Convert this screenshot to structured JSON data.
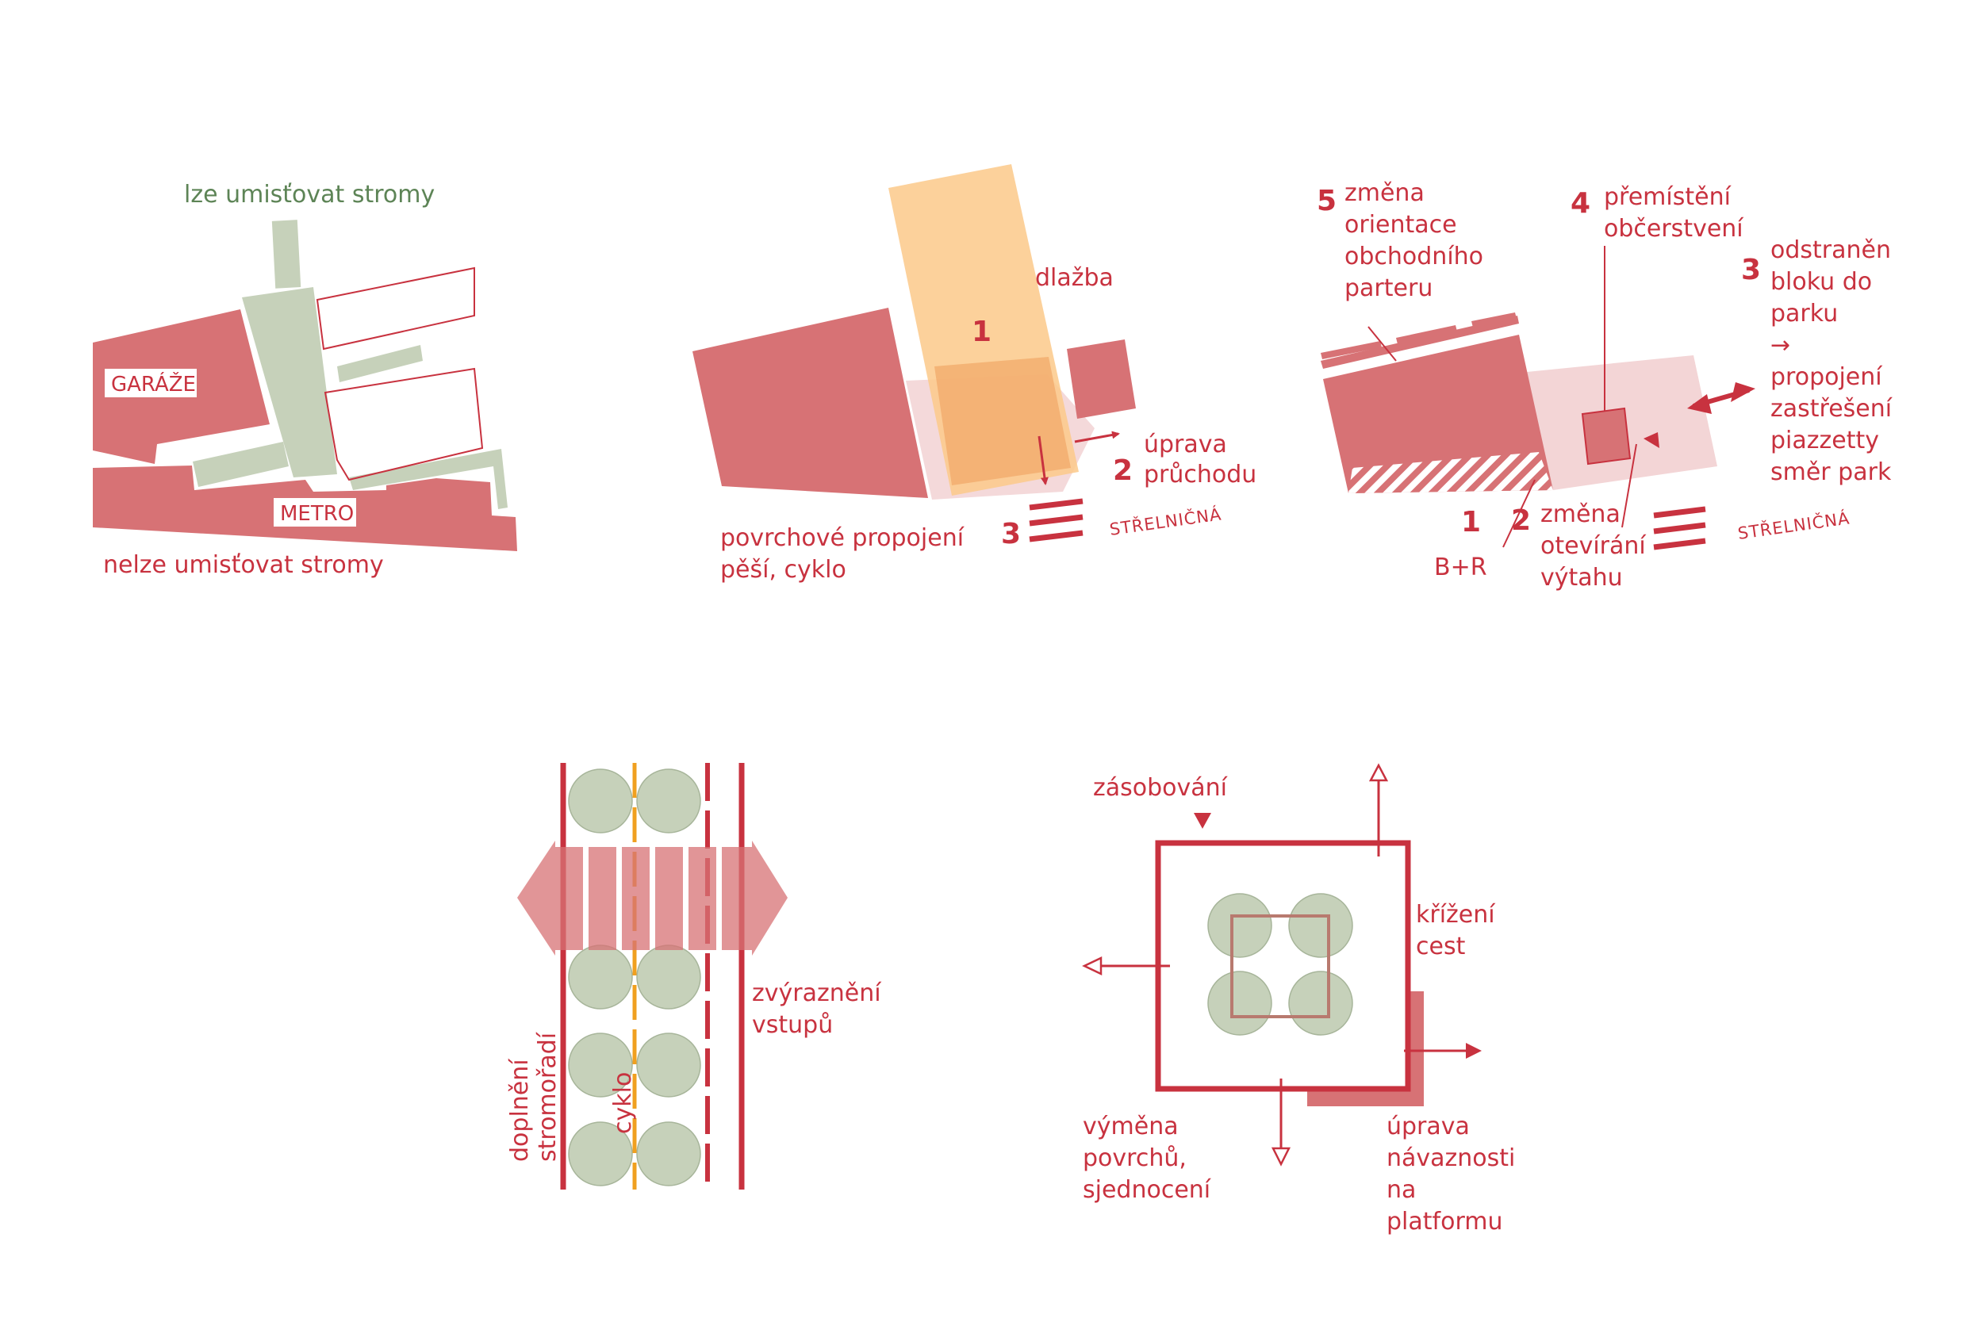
{
  "colors": {
    "red": "#c8323f",
    "red_fill": "#d77275",
    "pink_light": "#f3d5d6",
    "green_fill": "#c6d1ba",
    "green_text": "#5d8456",
    "orange_fill": "#fbc98a",
    "orange_line": "#f0a020"
  },
  "d1": {
    "label_top": "lze umisťovat stromy",
    "label_bottom": "nelze umisťovat stromy",
    "garaze": "GARÁŽE",
    "metro": "METRO"
  },
  "d2": {
    "n1": "1",
    "dlazba": "dlažba",
    "n2": "2",
    "uprava": "úprava",
    "pruchodu": "průchodu",
    "n3": "3",
    "strelnicna": "STŘELNIČNÁ",
    "povrch1": "povrchové propojení",
    "povrch2": "pěší, cyklo"
  },
  "d3": {
    "n5": "5",
    "l5": [
      "změna",
      "orientace",
      "obchodního",
      "parteru"
    ],
    "n4": "4",
    "l4": [
      "přemístění",
      "občerstvení"
    ],
    "n3": "3",
    "l3": [
      "odstraněn",
      "bloku do",
      "parku",
      "→",
      "propojení",
      "zastřešení",
      "piazzetty",
      "směr park"
    ],
    "n1": "1",
    "l1": "B+R",
    "n2": "2",
    "l2": [
      "změna",
      "otevírání",
      "výtahu"
    ],
    "strelnicna": "STŘELNIČNÁ"
  },
  "d4": {
    "doplneni1": "doplnění",
    "doplneni2": "stromořadí",
    "cyklo": "cyklo",
    "zvyrazneni1": "zvýraznění",
    "zvyrazneni2": "vstupů"
  },
  "d5": {
    "zasobovani": "zásobování",
    "krizeni1": "křížení",
    "krizeni2": "cest",
    "vymena": [
      "výměna",
      "povrchů,",
      "sjednocení"
    ],
    "uprava": [
      "úprava",
      "návaznosti",
      "na",
      "platformu"
    ]
  }
}
